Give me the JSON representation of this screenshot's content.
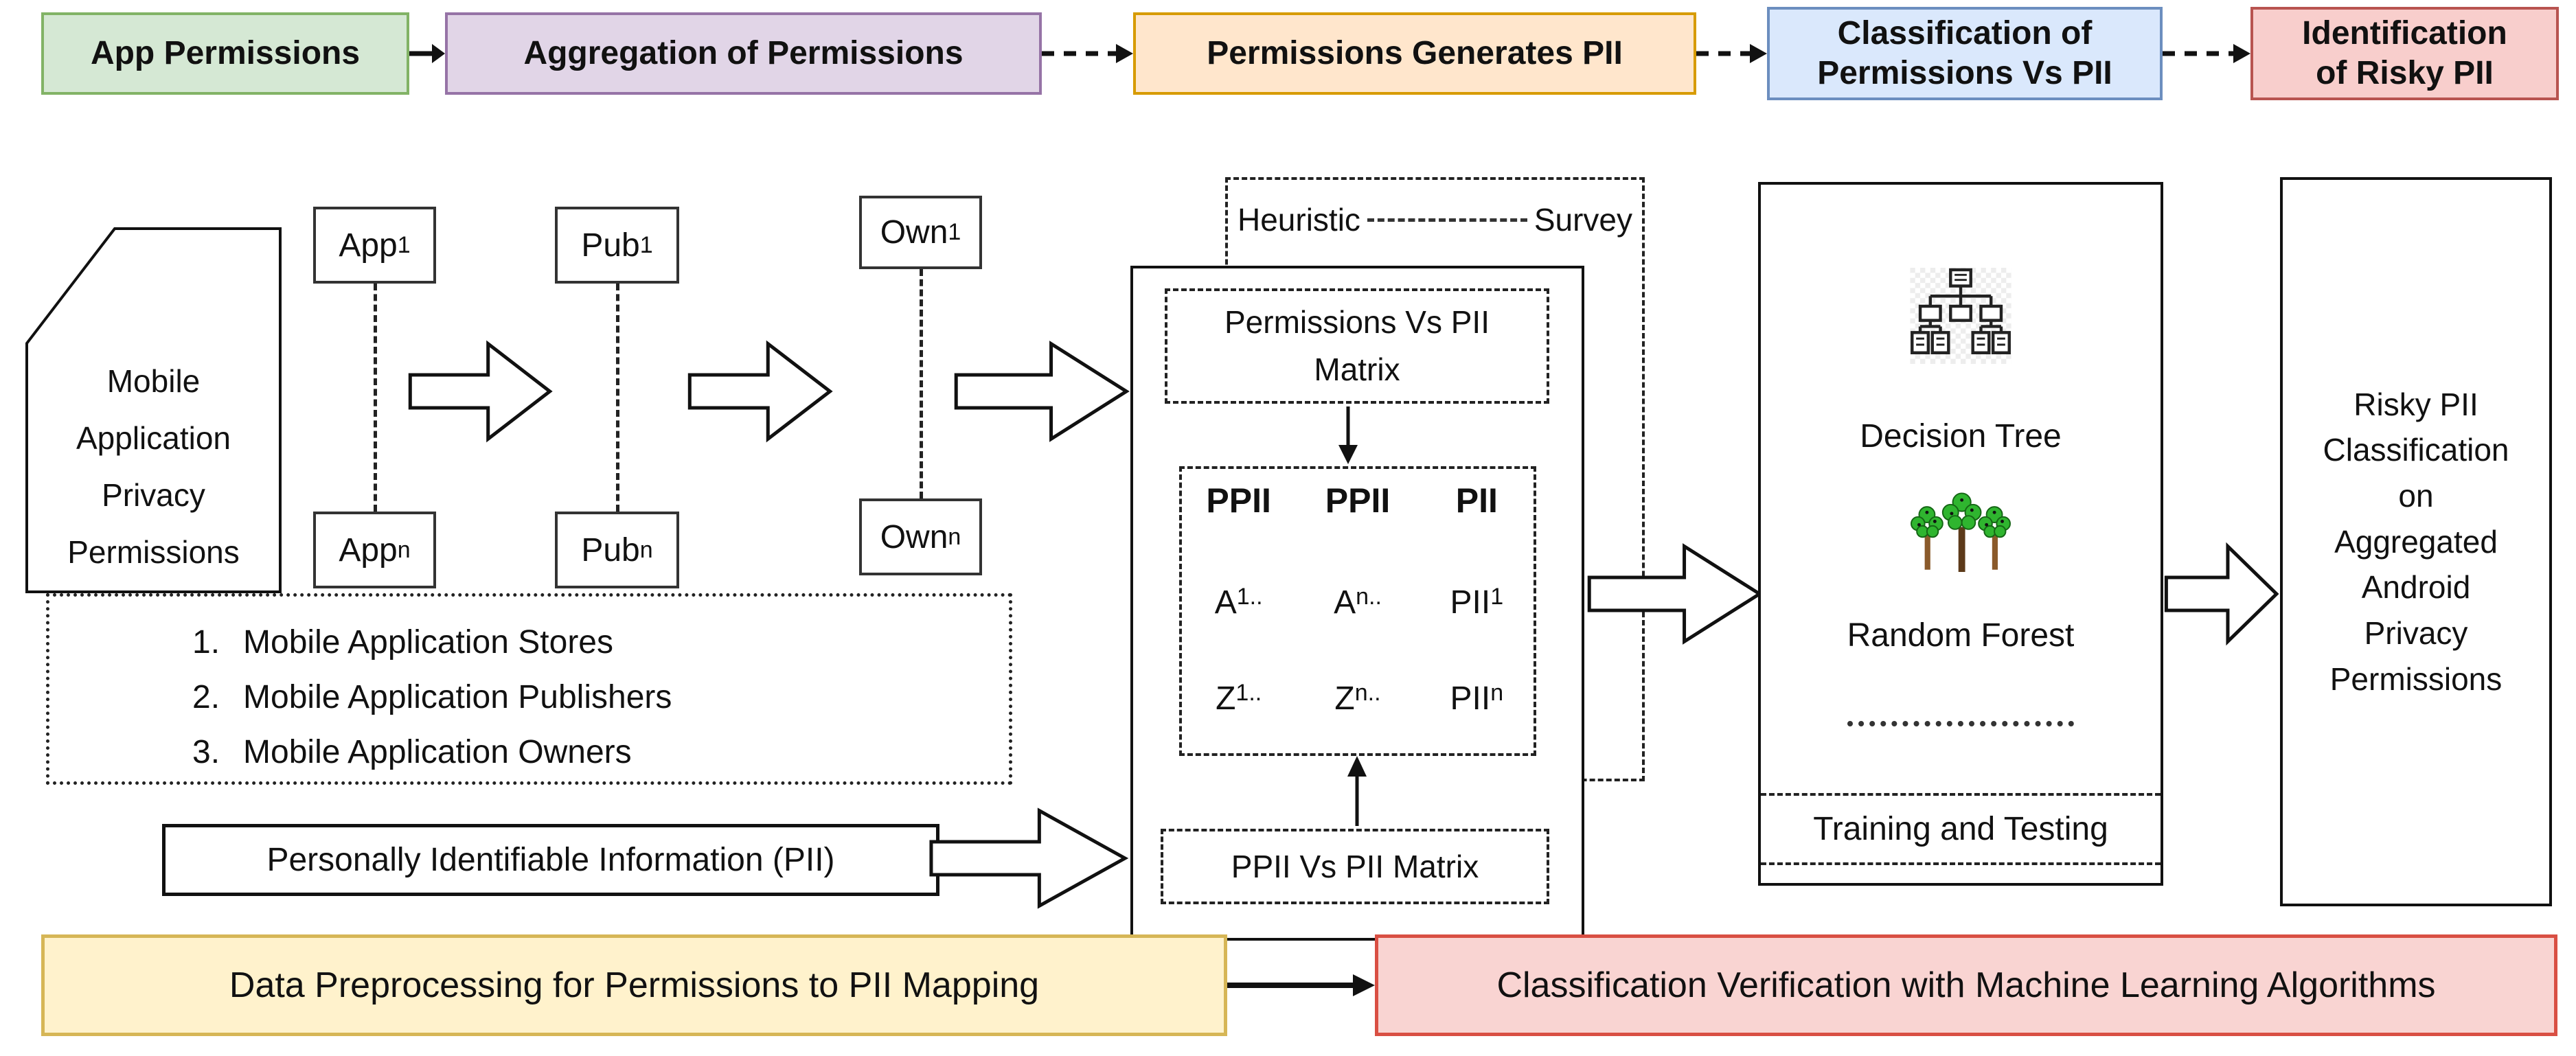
{
  "pipeline": {
    "step1": "App Permissions",
    "step2": "Aggregation of Permissions",
    "step3": "Permissions Generates PII",
    "step4": "Classification of\nPermissions Vs PII",
    "step5": "Identification\nof Risky PII"
  },
  "colors": {
    "step1_fill": "#d5e8d4",
    "step1_border": "#82b366",
    "step2_fill": "#e1d5e7",
    "step2_border": "#9673a6",
    "step3_fill": "#ffe6cc",
    "step3_border": "#d79b00",
    "step4_fill": "#dae8fc",
    "step4_border": "#6c8ebf",
    "step5_fill": "#f8cecc",
    "step5_border": "#b85450",
    "preprocessing_fill": "#fff2cc",
    "preprocessing_border": "#d6b656",
    "verification_fill": "#f9d4d2",
    "verification_border": "#d94f43"
  },
  "source_document": {
    "text": "Mobile\nApplication\nPrivacy\nPermissions"
  },
  "entities": {
    "app_first": {
      "base": "App",
      "sub": "1"
    },
    "app_last": {
      "base": "App",
      "sub": "n"
    },
    "pub_first": {
      "base": "Pub",
      "sub": "1"
    },
    "pub_last": {
      "base": "Pub",
      "sub": "n"
    },
    "own_first": {
      "base": "Own",
      "sub": "1"
    },
    "own_last": {
      "base": "Own",
      "sub": "n"
    }
  },
  "aggregation_list": {
    "items": [
      {
        "num": "1.",
        "text": "Mobile Application Stores"
      },
      {
        "num": "2.",
        "text": "Mobile Application Publishers"
      },
      {
        "num": "3.",
        "text": "Mobile Application Owners"
      }
    ]
  },
  "pii_box": {
    "label": "Personally Identifiable Information (PII)"
  },
  "mapping": {
    "heuristic": "Heuristic",
    "survey": "Survey",
    "perm_vs_pii": "Permissions Vs PII\nMatrix",
    "matrix": {
      "headers": [
        "PPII",
        "PPII",
        "PII"
      ],
      "rows": [
        [
          {
            "base": "A",
            "sub": "1.."
          },
          {
            "base": "A",
            "sub": "n.."
          },
          {
            "base": "PII",
            "sub": "1"
          }
        ],
        [
          {
            "base": "Z",
            "sub": "1.."
          },
          {
            "base": "Z",
            "sub": "n.."
          },
          {
            "base": "PII",
            "sub": "n"
          }
        ]
      ]
    },
    "ppii_vs_pii": "PPII Vs PII Matrix"
  },
  "ml_box": {
    "decision_tree": "Decision Tree",
    "random_forest": "Random Forest",
    "training": "Training and Testing"
  },
  "output_box": {
    "text": "Risky PII\nClassification\non\nAggregated\nAndroid\nPrivacy\nPermissions"
  },
  "bottom": {
    "preprocessing": "Data Preprocessing for Permissions to PII Mapping",
    "verification": "Classification Verification with Machine Learning Algorithms"
  }
}
